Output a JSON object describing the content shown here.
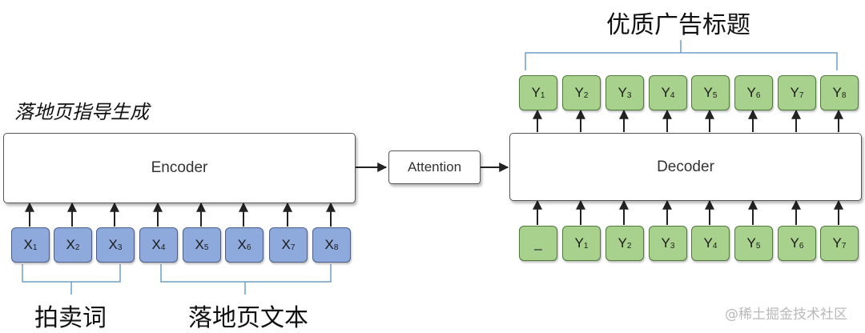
{
  "title_top": "优质广告标题",
  "section_label": "落地页指导生成",
  "encoder_label": "Encoder",
  "attention_label": "Attention",
  "decoder_label": "Decoder",
  "bottom_label_left": "拍卖词",
  "bottom_label_right": "落地页文本",
  "watermark": "@稀土掘金技术社区",
  "encoder_inputs": [
    {
      "var": "X",
      "sub": "1"
    },
    {
      "var": "X",
      "sub": "2"
    },
    {
      "var": "X",
      "sub": "3"
    },
    {
      "var": "X",
      "sub": "4"
    },
    {
      "var": "X",
      "sub": "5"
    },
    {
      "var": "X",
      "sub": "6"
    },
    {
      "var": "X",
      "sub": "7"
    },
    {
      "var": "X",
      "sub": "8"
    }
  ],
  "decoder_outputs": [
    {
      "var": "Y",
      "sub": "1"
    },
    {
      "var": "Y",
      "sub": "2"
    },
    {
      "var": "Y",
      "sub": "3"
    },
    {
      "var": "Y",
      "sub": "4"
    },
    {
      "var": "Y",
      "sub": "5"
    },
    {
      "var": "Y",
      "sub": "6"
    },
    {
      "var": "Y",
      "sub": "7"
    },
    {
      "var": "Y",
      "sub": "8"
    }
  ],
  "decoder_inputs": [
    {
      "var": "_",
      "sub": ""
    },
    {
      "var": "Y",
      "sub": "1"
    },
    {
      "var": "Y",
      "sub": "2"
    },
    {
      "var": "Y",
      "sub": "3"
    },
    {
      "var": "Y",
      "sub": "4"
    },
    {
      "var": "Y",
      "sub": "5"
    },
    {
      "var": "Y",
      "sub": "6"
    },
    {
      "var": "Y",
      "sub": "7"
    }
  ],
  "colors": {
    "x_token": "#8ea9db",
    "y_token": "#a9d18e",
    "bracket": "#6f9fc8"
  }
}
